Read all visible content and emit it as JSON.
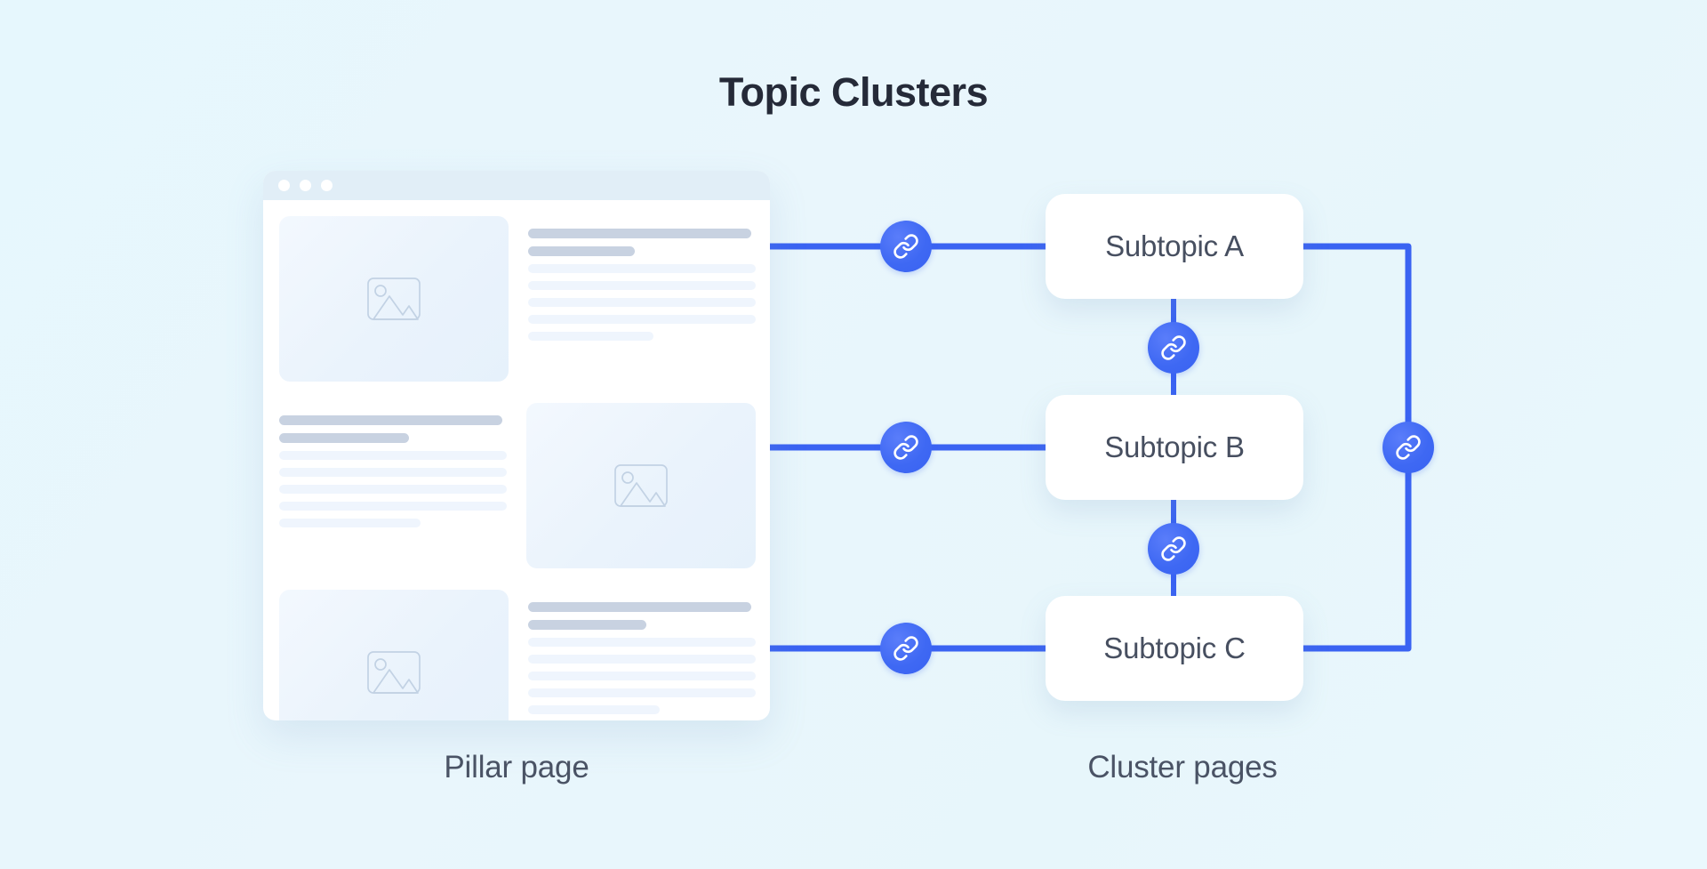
{
  "title": "Topic Clusters",
  "colors": {
    "background_start": "#e6f7fd",
    "background_end": "#eaf8fd",
    "accent_blue": "#3a63f2",
    "title_text": "#252a38",
    "card_text": "#474f60",
    "caption_text": "#4a5365",
    "browser_titlebar": "#e1eef7",
    "skeleton_heading": "#c8d2e1",
    "skeleton_body": "#eff5fd",
    "placeholder_stroke": "#c2d2e4"
  },
  "pillar": {
    "caption": "Pillar page",
    "window_dots": [
      "dot-close",
      "dot-minimize",
      "dot-maximize"
    ],
    "rows": [
      {
        "layout": "image-left",
        "image_icon": "image-placeholder-icon",
        "bars": [
          {
            "kind": "head",
            "width": "98%"
          },
          {
            "kind": "head",
            "width": "47%"
          },
          {
            "kind": "body",
            "width": "100%"
          },
          {
            "kind": "body",
            "width": "100%"
          },
          {
            "kind": "body",
            "width": "100%"
          },
          {
            "kind": "body",
            "width": "100%"
          },
          {
            "kind": "body",
            "width": "55%"
          }
        ]
      },
      {
        "layout": "image-right",
        "image_icon": "image-placeholder-icon",
        "bars": [
          {
            "kind": "head",
            "width": "98%"
          },
          {
            "kind": "head",
            "width": "57%"
          },
          {
            "kind": "body",
            "width": "100%"
          },
          {
            "kind": "body",
            "width": "100%"
          },
          {
            "kind": "body",
            "width": "100%"
          },
          {
            "kind": "body",
            "width": "100%"
          },
          {
            "kind": "body",
            "width": "62%"
          }
        ]
      },
      {
        "layout": "image-left",
        "image_icon": "image-placeholder-icon",
        "bars": [
          {
            "kind": "head",
            "width": "98%"
          },
          {
            "kind": "head",
            "width": "52%"
          },
          {
            "kind": "body",
            "width": "100%"
          },
          {
            "kind": "body",
            "width": "100%"
          },
          {
            "kind": "body",
            "width": "100%"
          },
          {
            "kind": "body",
            "width": "100%"
          },
          {
            "kind": "body",
            "width": "58%"
          }
        ]
      }
    ]
  },
  "cluster": {
    "caption": "Cluster pages",
    "cards": [
      {
        "id": "subtopic-a",
        "label": "Subtopic A"
      },
      {
        "id": "subtopic-b",
        "label": "Subtopic B"
      },
      {
        "id": "subtopic-c",
        "label": "Subtopic C"
      }
    ]
  },
  "links": [
    {
      "id": "link-pillar-a",
      "icon": "link-icon",
      "from": "pillar-page",
      "to": "subtopic-a"
    },
    {
      "id": "link-pillar-b",
      "icon": "link-icon",
      "from": "pillar-page",
      "to": "subtopic-b"
    },
    {
      "id": "link-pillar-c",
      "icon": "link-icon",
      "from": "pillar-page",
      "to": "subtopic-c"
    },
    {
      "id": "link-a-b",
      "icon": "link-icon",
      "from": "subtopic-a",
      "to": "subtopic-b"
    },
    {
      "id": "link-b-c",
      "icon": "link-icon",
      "from": "subtopic-b",
      "to": "subtopic-c"
    },
    {
      "id": "link-a-c",
      "icon": "link-icon",
      "from": "subtopic-a",
      "to": "subtopic-c"
    }
  ]
}
